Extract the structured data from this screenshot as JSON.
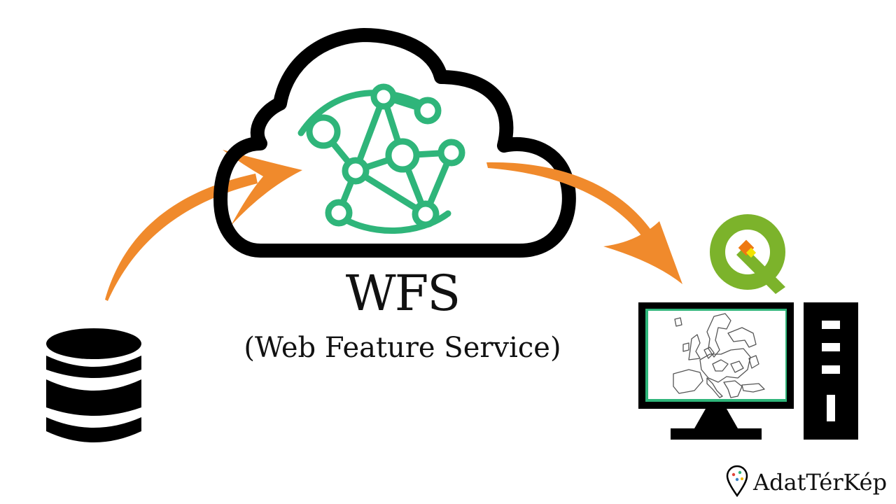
{
  "diagram": {
    "service_title": "WFS",
    "service_subtitle": "(Web Feature Service)",
    "brand_name": "AdatTérKép"
  },
  "icons": [
    "database-icon",
    "cloud-icon",
    "network-graph-icon",
    "arrow-right-icon",
    "qgis-logo-icon",
    "computer-monitor-icon",
    "europe-map-icon",
    "pc-tower-icon",
    "map-pin-icon"
  ],
  "colors": {
    "arrow": "#f08a2c",
    "network": "#2fb57a",
    "outline": "#000000",
    "qgis_green": "#7cb32b",
    "qgis_orange": "#ee7913",
    "qgis_yellow": "#f2e300"
  }
}
